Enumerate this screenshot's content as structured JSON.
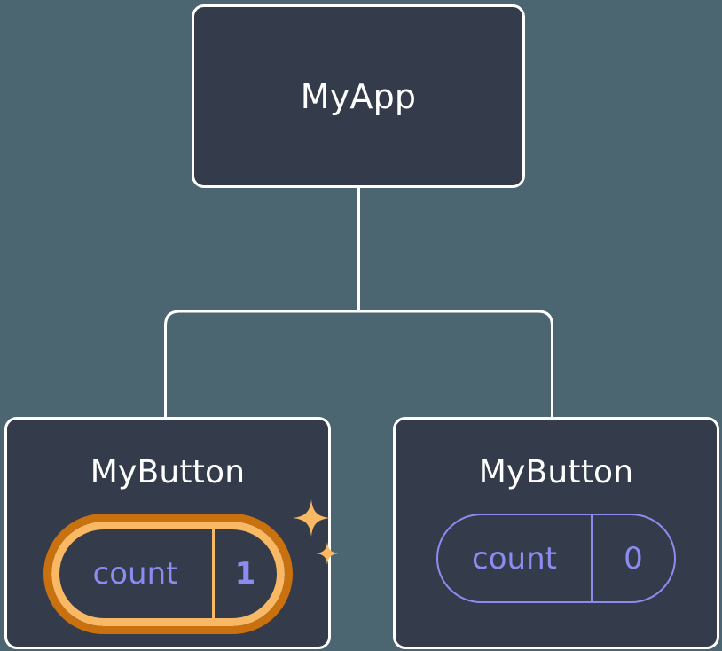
{
  "diagram": {
    "title": "React component tree with highlighted state",
    "background_color": "#4b6671",
    "node_fill_color": "#343b4a",
    "node_border_color": "#ffffff",
    "connector_color": "#ffffff",
    "state_color": "#8c8cf0",
    "highlight_outer_color": "#c9710f",
    "highlight_inner_color": "#f9b864",
    "sparkle_color": "#f9b864"
  },
  "root": {
    "label": "MyApp"
  },
  "children": [
    {
      "label": "MyButton",
      "state": {
        "key": "count",
        "value": "1"
      },
      "highlighted": true,
      "sparkles": [
        "sparkle-large-icon",
        "sparkle-small-icon"
      ]
    },
    {
      "label": "MyButton",
      "state": {
        "key": "count",
        "value": "0"
      },
      "highlighted": false
    }
  ]
}
